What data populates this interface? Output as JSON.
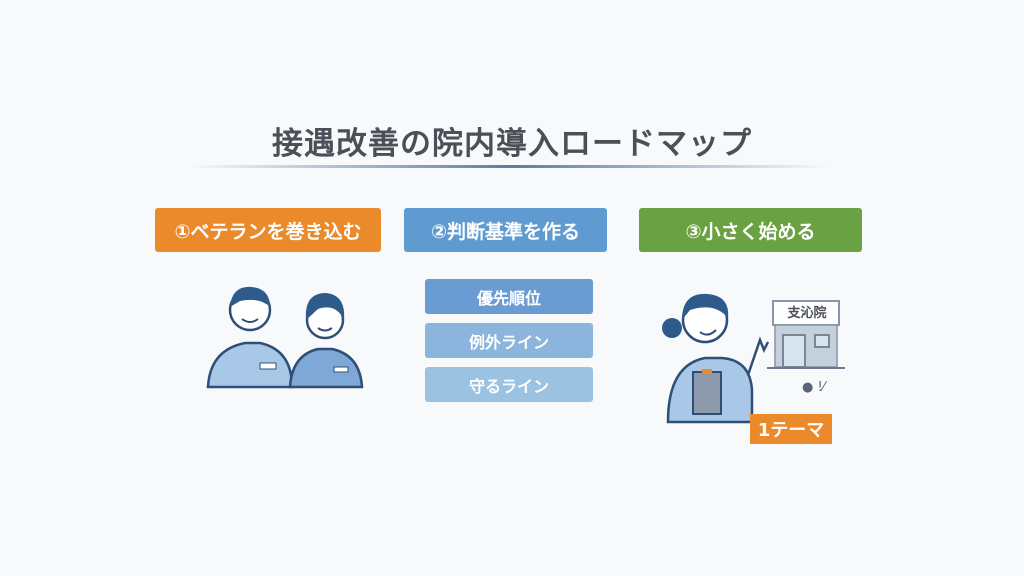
{
  "title": "接遇改善の院内導入ロードマップ",
  "steps": [
    {
      "label": "①ベテランを巻き込む",
      "color": "#ea8a2b"
    },
    {
      "label": "②判断基準を作る",
      "color": "#5f9bd0"
    },
    {
      "label": "③小さく始める",
      "color": "#6aa143"
    }
  ],
  "criteria": [
    "優先順位",
    "例外ライン",
    "守るライン"
  ],
  "clinic_sign": "支沁院",
  "theme_badge": "1テーマ"
}
